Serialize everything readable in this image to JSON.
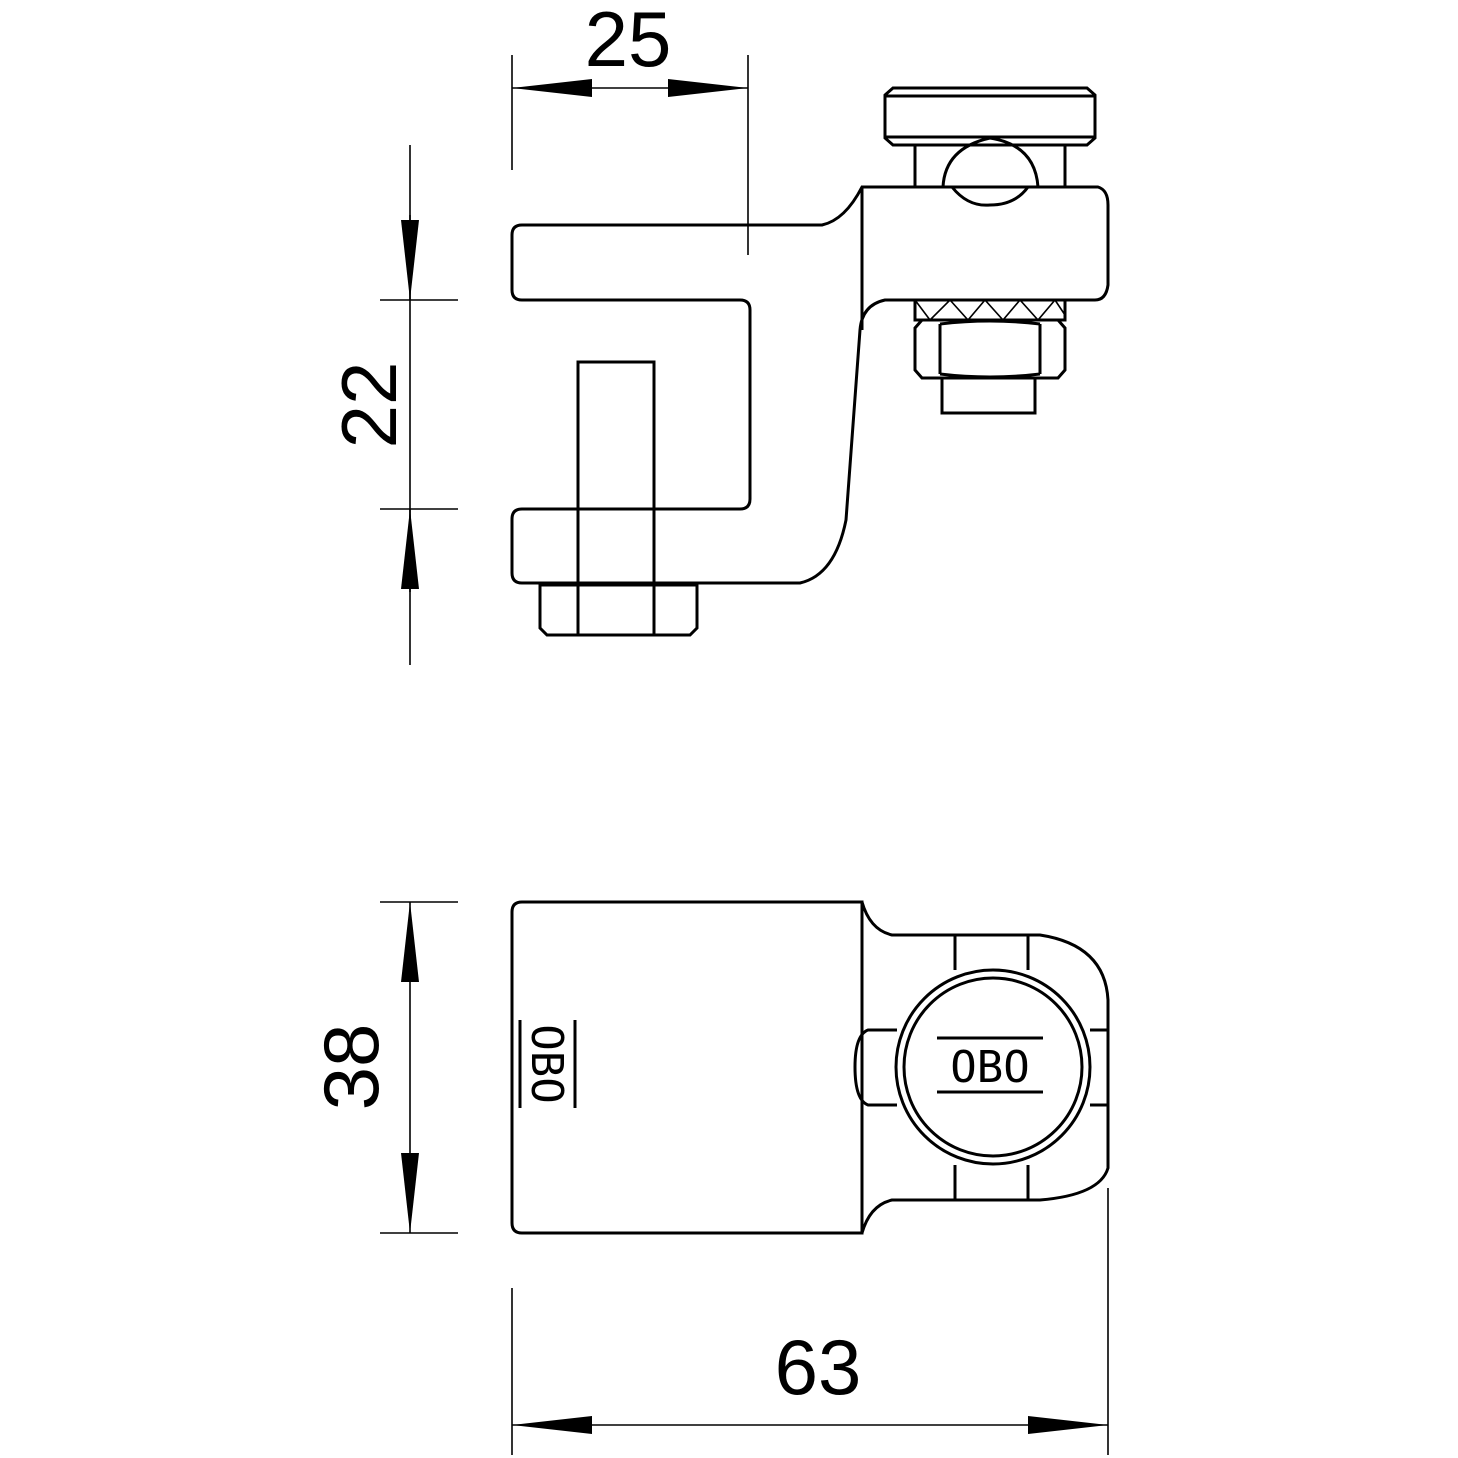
{
  "drawing": {
    "dimensions": {
      "top_width": "25",
      "top_height": "22",
      "bottom_height": "38",
      "bottom_width": "63"
    },
    "logo_text": "OBO"
  }
}
